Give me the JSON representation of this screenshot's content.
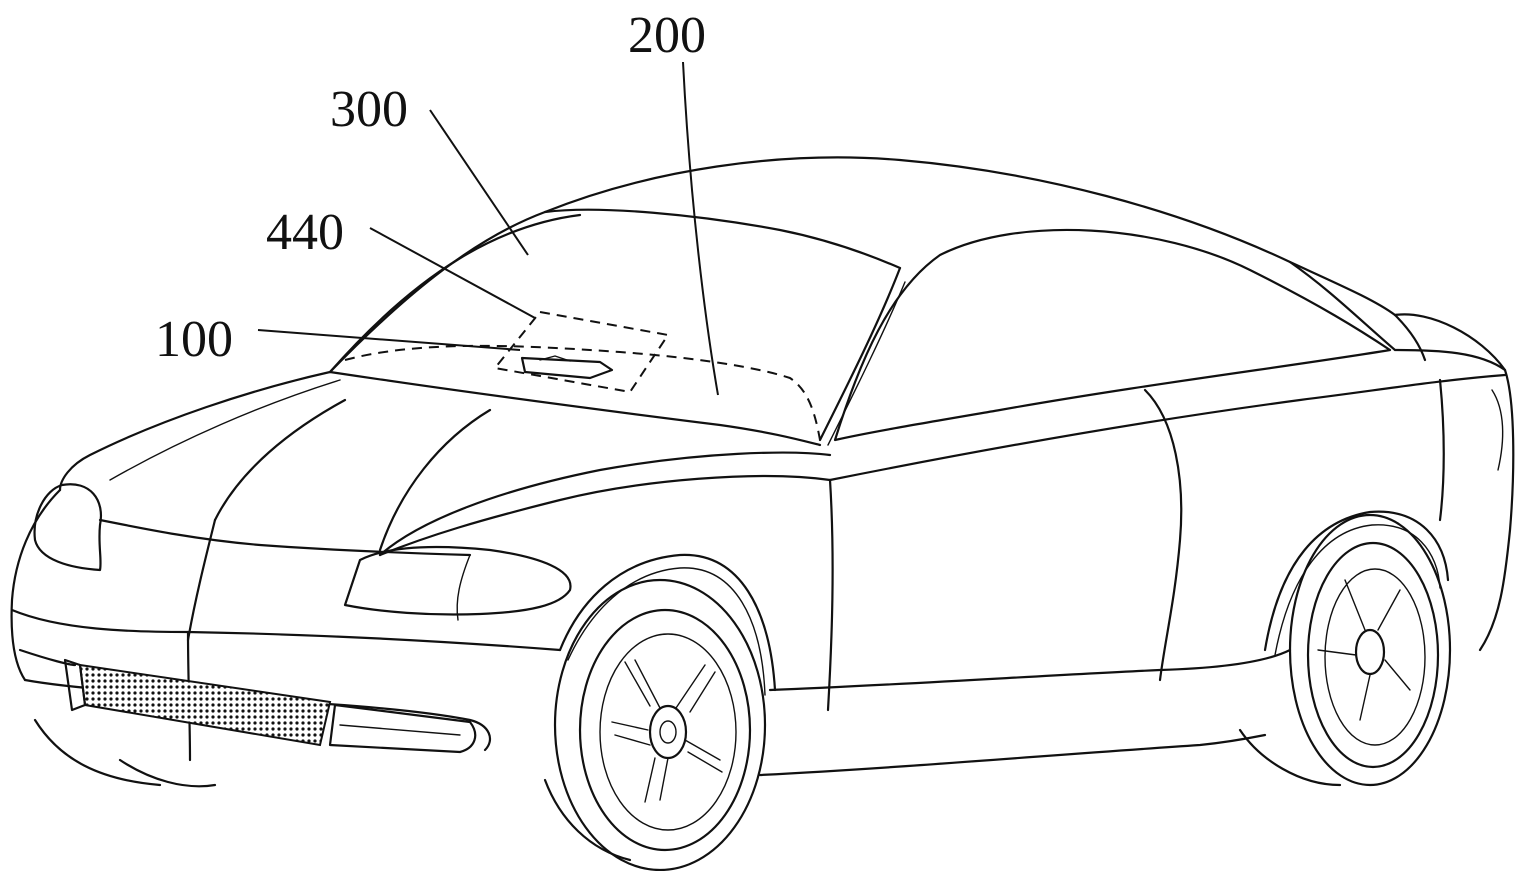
{
  "figure": {
    "labels": {
      "l200": "200",
      "l300": "300",
      "l440": "440",
      "l100": "100"
    },
    "colors": {
      "line": "#111111",
      "background": "#ffffff"
    }
  }
}
